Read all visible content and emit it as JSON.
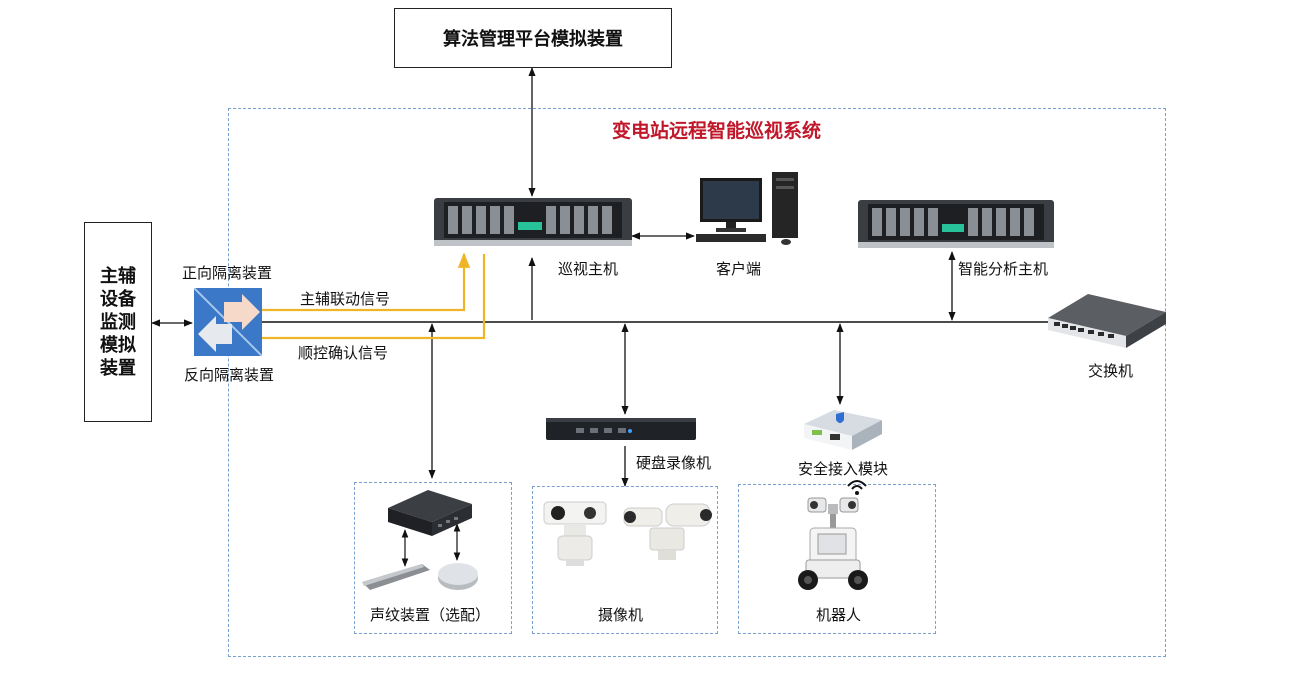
{
  "platform_box": {
    "label": "算法管理平台模拟装置"
  },
  "system_title": "变电站远程智能巡视系统",
  "aux_box": {
    "lines": [
      "主辅",
      "设备",
      "监测",
      "模拟",
      "装置"
    ]
  },
  "isolation": {
    "forward": "正向隔离装置",
    "reverse": "反向隔离装置"
  },
  "signals": {
    "linkage": "主辅联动信号",
    "confirm": "顺控确认信号"
  },
  "devices": {
    "patrol_host": "巡视主机",
    "client": "客户端",
    "analysis_host": "智能分析主机",
    "switch": "交换机",
    "nvr": "硬盘录像机",
    "security_module": "安全接入模块",
    "acoustic": "声纹装置（选配）",
    "camera": "摄像机",
    "robot": "机器人"
  },
  "colors": {
    "signal_line": "#f0b429",
    "dashed_border": "#7aa0cf",
    "title_red": "#c0182a",
    "wire": "#111111"
  }
}
